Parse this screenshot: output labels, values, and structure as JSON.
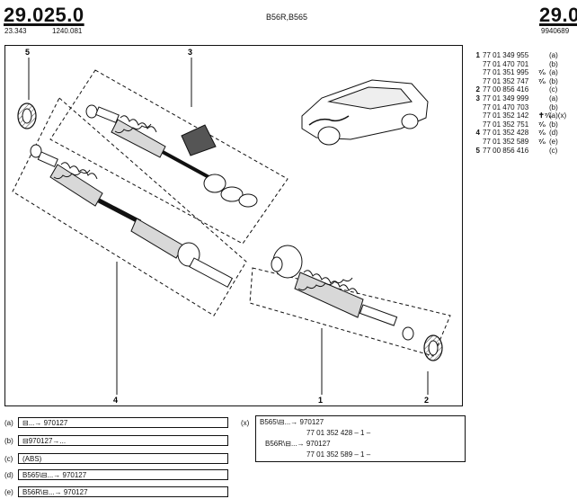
{
  "header": {
    "page_number": "29.025.0",
    "ref_left": "23.343",
    "ref_right": "1240.081",
    "title": "B56R,B565",
    "next_page_number": "29.0",
    "next_ref": "9940689"
  },
  "parts_list": [
    {
      "idx": "1",
      "pn": "77 01 349 955",
      "mark": "",
      "note": "(a)"
    },
    {
      "idx": "",
      "pn": "77 01 470 701",
      "mark": "",
      "note": "(b)"
    },
    {
      "idx": "",
      "pn": "77 01 351 995",
      "mark": "⁷⁄₀",
      "note": "(a)"
    },
    {
      "idx": "",
      "pn": "77 01 352 747",
      "mark": "⁷⁄₀",
      "note": "(b)"
    },
    {
      "idx": "2",
      "pn": "77 00 856 416",
      "mark": "",
      "note": "(c)"
    },
    {
      "idx": "3",
      "pn": "77 01 349 999",
      "mark": "",
      "note": "(a)"
    },
    {
      "idx": "",
      "pn": "77 01 470 703",
      "mark": "",
      "note": "(b)"
    },
    {
      "idx": "",
      "pn": "77 01 352 142",
      "mark": "✝⁷⁄₀",
      "note": "(a)(x)"
    },
    {
      "idx": "",
      "pn": "77 01 352 751",
      "mark": "⁷⁄₀",
      "note": "(b)"
    },
    {
      "idx": "4",
      "pn": "77 01 352 428",
      "mark": "⁷⁄₀",
      "note": "(d)"
    },
    {
      "idx": "",
      "pn": "77 01 352 589",
      "mark": "⁷⁄₀",
      "note": "(e)"
    },
    {
      "idx": "5",
      "pn": "77 00 856 416",
      "mark": "",
      "note": "(c)"
    }
  ],
  "callouts": {
    "c1": "1",
    "c2": "2",
    "c3": "3",
    "c4": "4",
    "c5": "5"
  },
  "conditions": [
    {
      "label": "(a)",
      "text": "⊟...→ 970127"
    },
    {
      "label": "(b)",
      "text": "⊟970127→..."
    },
    {
      "label": "(c)",
      "text": "(ABS)"
    },
    {
      "label": "(d)",
      "text": "B565\\⊟...→ 970127"
    },
    {
      "label": "(e)",
      "text": "B56R\\⊟...→ 970127"
    }
  ],
  "x_note": {
    "label": "(x)",
    "line1": "B565\\⊟...→ 970127",
    "line2": "77 01 352 428 – 1 –",
    "line3": "B56R\\⊟...→ 970127",
    "line4": "77 01 352 589 – 1 –"
  }
}
